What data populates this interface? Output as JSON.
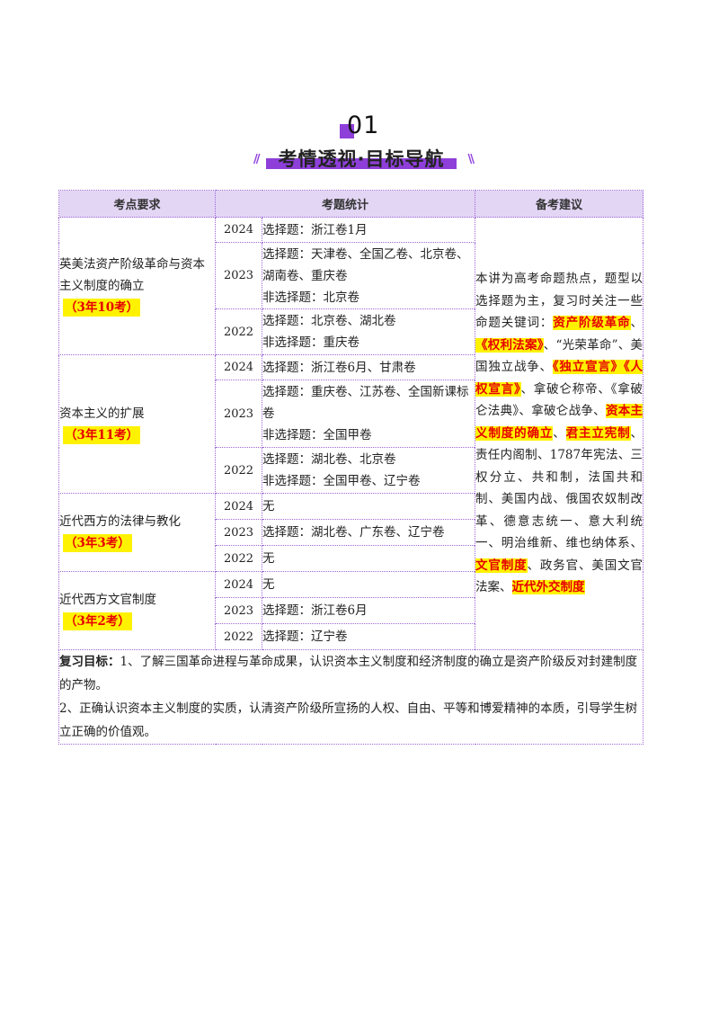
{
  "header": {
    "number": "01",
    "title": "考情透视·目标导航",
    "slashes_left": "//",
    "slashes_right": "\\\\"
  },
  "table": {
    "headers": [
      "考点要求",
      "考题统计",
      "备考建议"
    ],
    "topics": [
      {
        "name": "英美法资产阶级革命与资本主义制度的确立",
        "badge": "（3年10考）",
        "rows": [
          {
            "year": "2024",
            "lines": [
              "选择题：浙江卷1月"
            ]
          },
          {
            "year": "2023",
            "lines": [
              "选择题：天津卷、全国乙卷、北京卷、湖南卷、重庆卷",
              "非选择题：北京卷"
            ]
          },
          {
            "year": "2022",
            "lines": [
              "选择题：北京卷、湖北卷",
              "非选择题：重庆卷"
            ]
          }
        ]
      },
      {
        "name": "资本主义的扩展",
        "badge": "（3年11考）",
        "rows": [
          {
            "year": "2024",
            "lines": [
              "选择题：浙江卷6月、甘肃卷"
            ]
          },
          {
            "year": "2023",
            "lines": [
              "选择题：重庆卷、江苏卷、全国新课标卷",
              "非选择题：全国甲卷"
            ]
          },
          {
            "year": "2022",
            "lines": [
              "选择题：湖北卷、北京卷",
              "非选择题：全国甲卷、辽宁卷"
            ]
          }
        ]
      },
      {
        "name": "近代西方的法律与教化",
        "badge": "（3年3考）",
        "rows": [
          {
            "year": "2024",
            "lines": [
              "无"
            ]
          },
          {
            "year": "2023",
            "lines": [
              "选择题：湖北卷、广东卷、辽宁卷"
            ]
          },
          {
            "year": "2022",
            "lines": [
              "无"
            ]
          }
        ]
      },
      {
        "name": "近代西方文官制度",
        "badge": "（3年2考）",
        "rows": [
          {
            "year": "2024",
            "lines": [
              "无"
            ]
          },
          {
            "year": "2023",
            "lines": [
              "选择题：浙江卷6月"
            ]
          },
          {
            "year": "2022",
            "lines": [
              "选择题：辽宁卷"
            ]
          }
        ]
      }
    ],
    "advice": [
      {
        "text": "本讲为高考命题热点，题型以选择题为主，复习时关注一些命题关键词：",
        "hl": false
      },
      {
        "text": "资产阶级革命",
        "hl": true
      },
      {
        "text": "、",
        "hl": false
      },
      {
        "text": "《权利法案》",
        "hl": true
      },
      {
        "text": "、“光荣革命”、美国独立战争、",
        "hl": false
      },
      {
        "text": "《独立宣言》《人权宣言》",
        "hl": true
      },
      {
        "text": "、拿破仑称帝、《拿破仑法典》、拿破仑战争、",
        "hl": false
      },
      {
        "text": "资本主义制度的确立",
        "hl": true
      },
      {
        "text": "、",
        "hl": false
      },
      {
        "text": "君主立宪制",
        "hl": true
      },
      {
        "text": "、责任内阁制、1787年宪法、三权分立、共和制，法国共和制、美国内战、俄国农奴制改革、德意志统一、意大利统一、明治维新、维也纳体系、",
        "hl": false
      },
      {
        "text": "文官制度",
        "hl": true
      },
      {
        "text": "、政务官、美国文官法案、",
        "hl": false
      },
      {
        "text": "近代外交制度",
        "hl": true
      }
    ],
    "goals": {
      "label": "复习目标：",
      "line1": "1、了解三国革命进程与革命成果，认识资本主义制度和经济制度的确立是资产阶级反对封建制度的产物。",
      "line2": "2、正确认识资本主义制度的实质，认清资产阶级所宣扬的人权、自由、平等和博爱精神的本质，引导学生树立正确的价值观。"
    },
    "colors": {
      "accent": "#8e3fd9",
      "header_bg": "#e3d6f5",
      "highlight_bg": "#fff200",
      "highlight_text": "#e60000"
    }
  }
}
